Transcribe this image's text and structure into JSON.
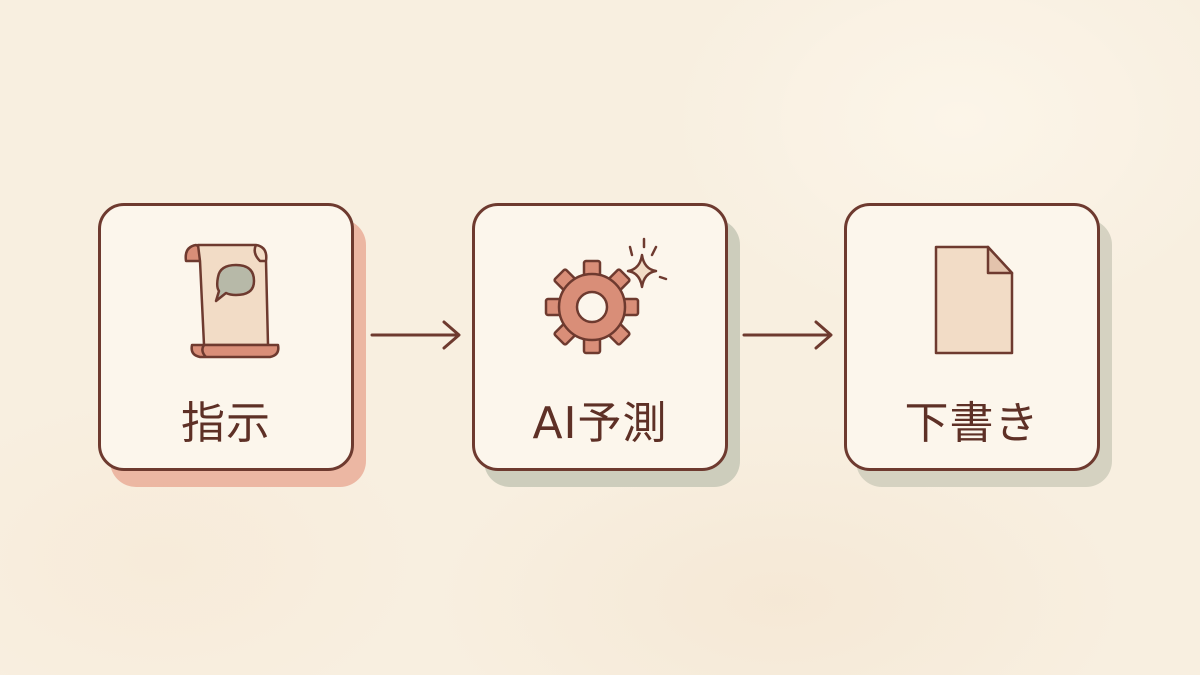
{
  "diagram": {
    "steps": [
      {
        "label": "指示",
        "icon": "scroll-speech-icon"
      },
      {
        "label": "AI予測",
        "icon": "gear-sparkle-icon"
      },
      {
        "label": "下書き",
        "icon": "document-icon"
      }
    ],
    "connectors": [
      "arrow-right-icon",
      "arrow-right-icon"
    ]
  },
  "colors": {
    "background": "#f8efe0",
    "card_fill": "#fcf6ec",
    "outline": "#6e3a2f",
    "terracotta": "#d98e78",
    "sage": "#b7b9a8",
    "paper": "#f2dcc6"
  }
}
